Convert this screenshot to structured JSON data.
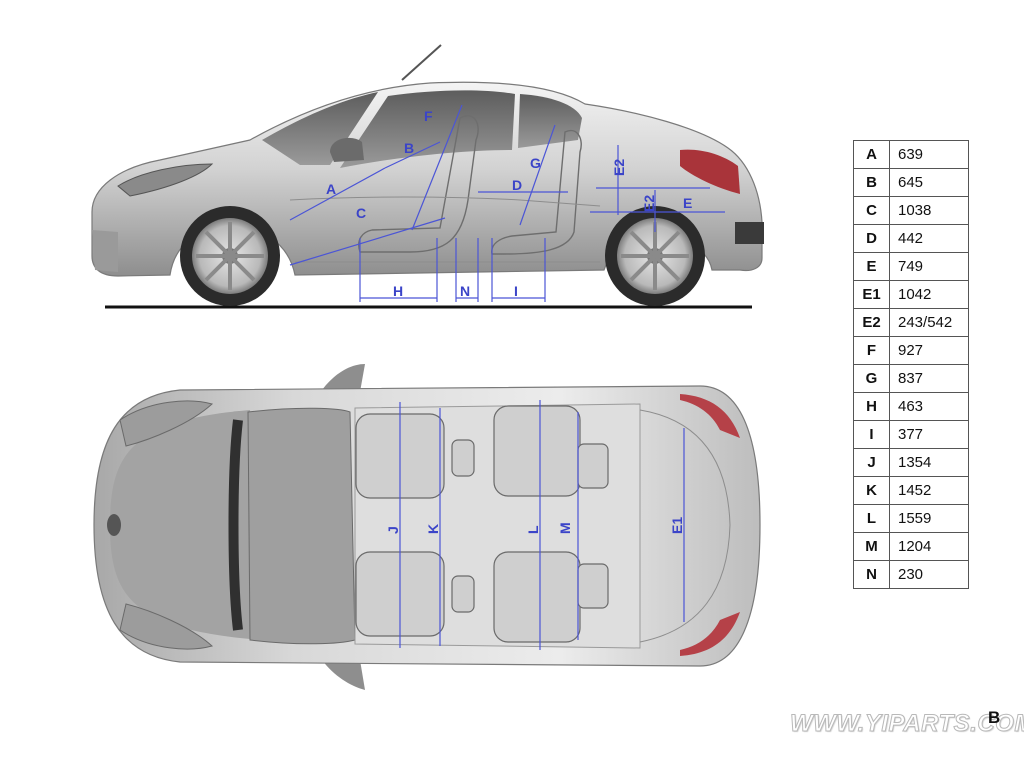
{
  "dimension_labels": {
    "A": "A",
    "B": "B",
    "C": "C",
    "D": "D",
    "E": "E",
    "E1": "E1",
    "E2": "E2",
    "F": "F",
    "G": "G",
    "H": "H",
    "I": "I",
    "J": "J",
    "K": "K",
    "L": "L",
    "M": "M",
    "N": "N"
  },
  "dimensions": [
    {
      "code": "A",
      "value": "639"
    },
    {
      "code": "B",
      "value": "645"
    },
    {
      "code": "C",
      "value": "1038"
    },
    {
      "code": "D",
      "value": "442"
    },
    {
      "code": "E",
      "value": "749"
    },
    {
      "code": "E1",
      "value": "1042"
    },
    {
      "code": "E2",
      "value": "243/542"
    },
    {
      "code": "F",
      "value": "927"
    },
    {
      "code": "G",
      "value": "837"
    },
    {
      "code": "H",
      "value": "463"
    },
    {
      "code": "I",
      "value": "377"
    },
    {
      "code": "J",
      "value": "1354"
    },
    {
      "code": "K",
      "value": "1452"
    },
    {
      "code": "L",
      "value": "1559"
    },
    {
      "code": "M",
      "value": "1204"
    },
    {
      "code": "N",
      "value": "230"
    }
  ],
  "watermark": "WWW.YIPARTS.COM",
  "page_letter": "B",
  "colors": {
    "dimension": "#3b44c8",
    "body": "#c9c9c9"
  }
}
